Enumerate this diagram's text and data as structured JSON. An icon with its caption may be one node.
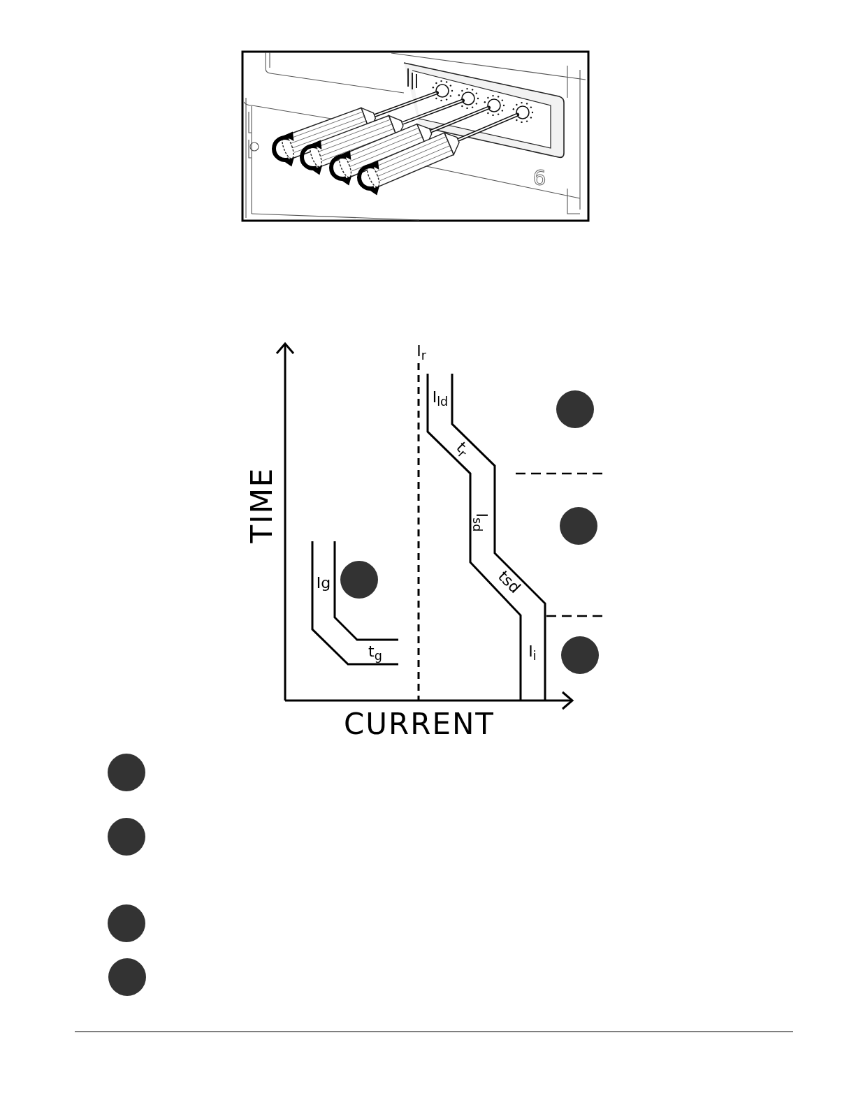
{
  "diagram": {
    "nodes": [
      {
        "text": [],
        "shape": "circle"
      },
      {
        "text": [],
        "shape": "circle"
      },
      {
        "text": [],
        "shape": "circle"
      },
      {
        "text": [],
        "shape": "circle"
      },
      {
        "text": [],
        "shape": "circle"
      },
      {
        "text": [],
        "shape": "circle"
      },
      {
        "text": [],
        "shape": "circle"
      },
      {
        "text": [],
        "shape": "circle"
      }
    ],
    "labels": [
      "6",
      "I$_{r}$",
      "I$_{ld}$",
      "t$_{r}$",
      "TIME",
      "I$_{sd}$",
      "Ig",
      "tsd",
      "t$_{g}$",
      "I$_{i}$",
      "CURRENT"
    ]
  }
}
